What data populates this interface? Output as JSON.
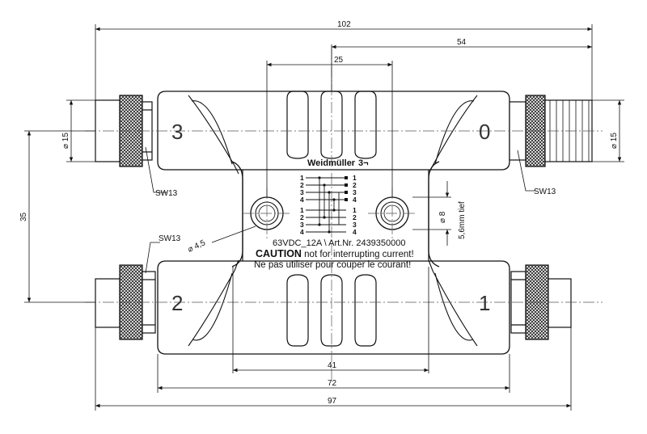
{
  "dimensions": {
    "overall_width": "102",
    "right_half": "54",
    "hole_spacing": "25",
    "diameter_15_left": "⌀ 15",
    "diameter_15_right": "⌀ 15",
    "port_spacing": "35",
    "wrench_size_top": "SW13",
    "wrench_size_bottom": "SW13",
    "diameter_hole": "⌀ 4,5",
    "diameter_bore": "⌀ 8",
    "bore_depth": "5,6mm tief",
    "bottom_41": "41",
    "bottom_72": "72",
    "bottom_97": "97"
  },
  "ports": {
    "top_left": "3",
    "top_right": "0",
    "bottom_left": "2",
    "bottom_right": "1"
  },
  "label": {
    "brand": "Weidmüller",
    "brand_mark": "3¬",
    "pins_top": [
      "1",
      "2",
      "3",
      "4"
    ],
    "pins_bottom": [
      "1",
      "2",
      "3",
      "4"
    ],
    "pins_right_top": [
      "1",
      "2",
      "3",
      "4"
    ],
    "pins_right_bottom": [
      "1",
      "2",
      "3",
      "4"
    ],
    "rating": "63VDC_12A \\ Art.Nr. 2439350000",
    "caution_word": "CAUTION",
    "caution_en": " not for interrupting current!",
    "caution_fr": "Ne pas utiliser pour couper le courant!"
  }
}
